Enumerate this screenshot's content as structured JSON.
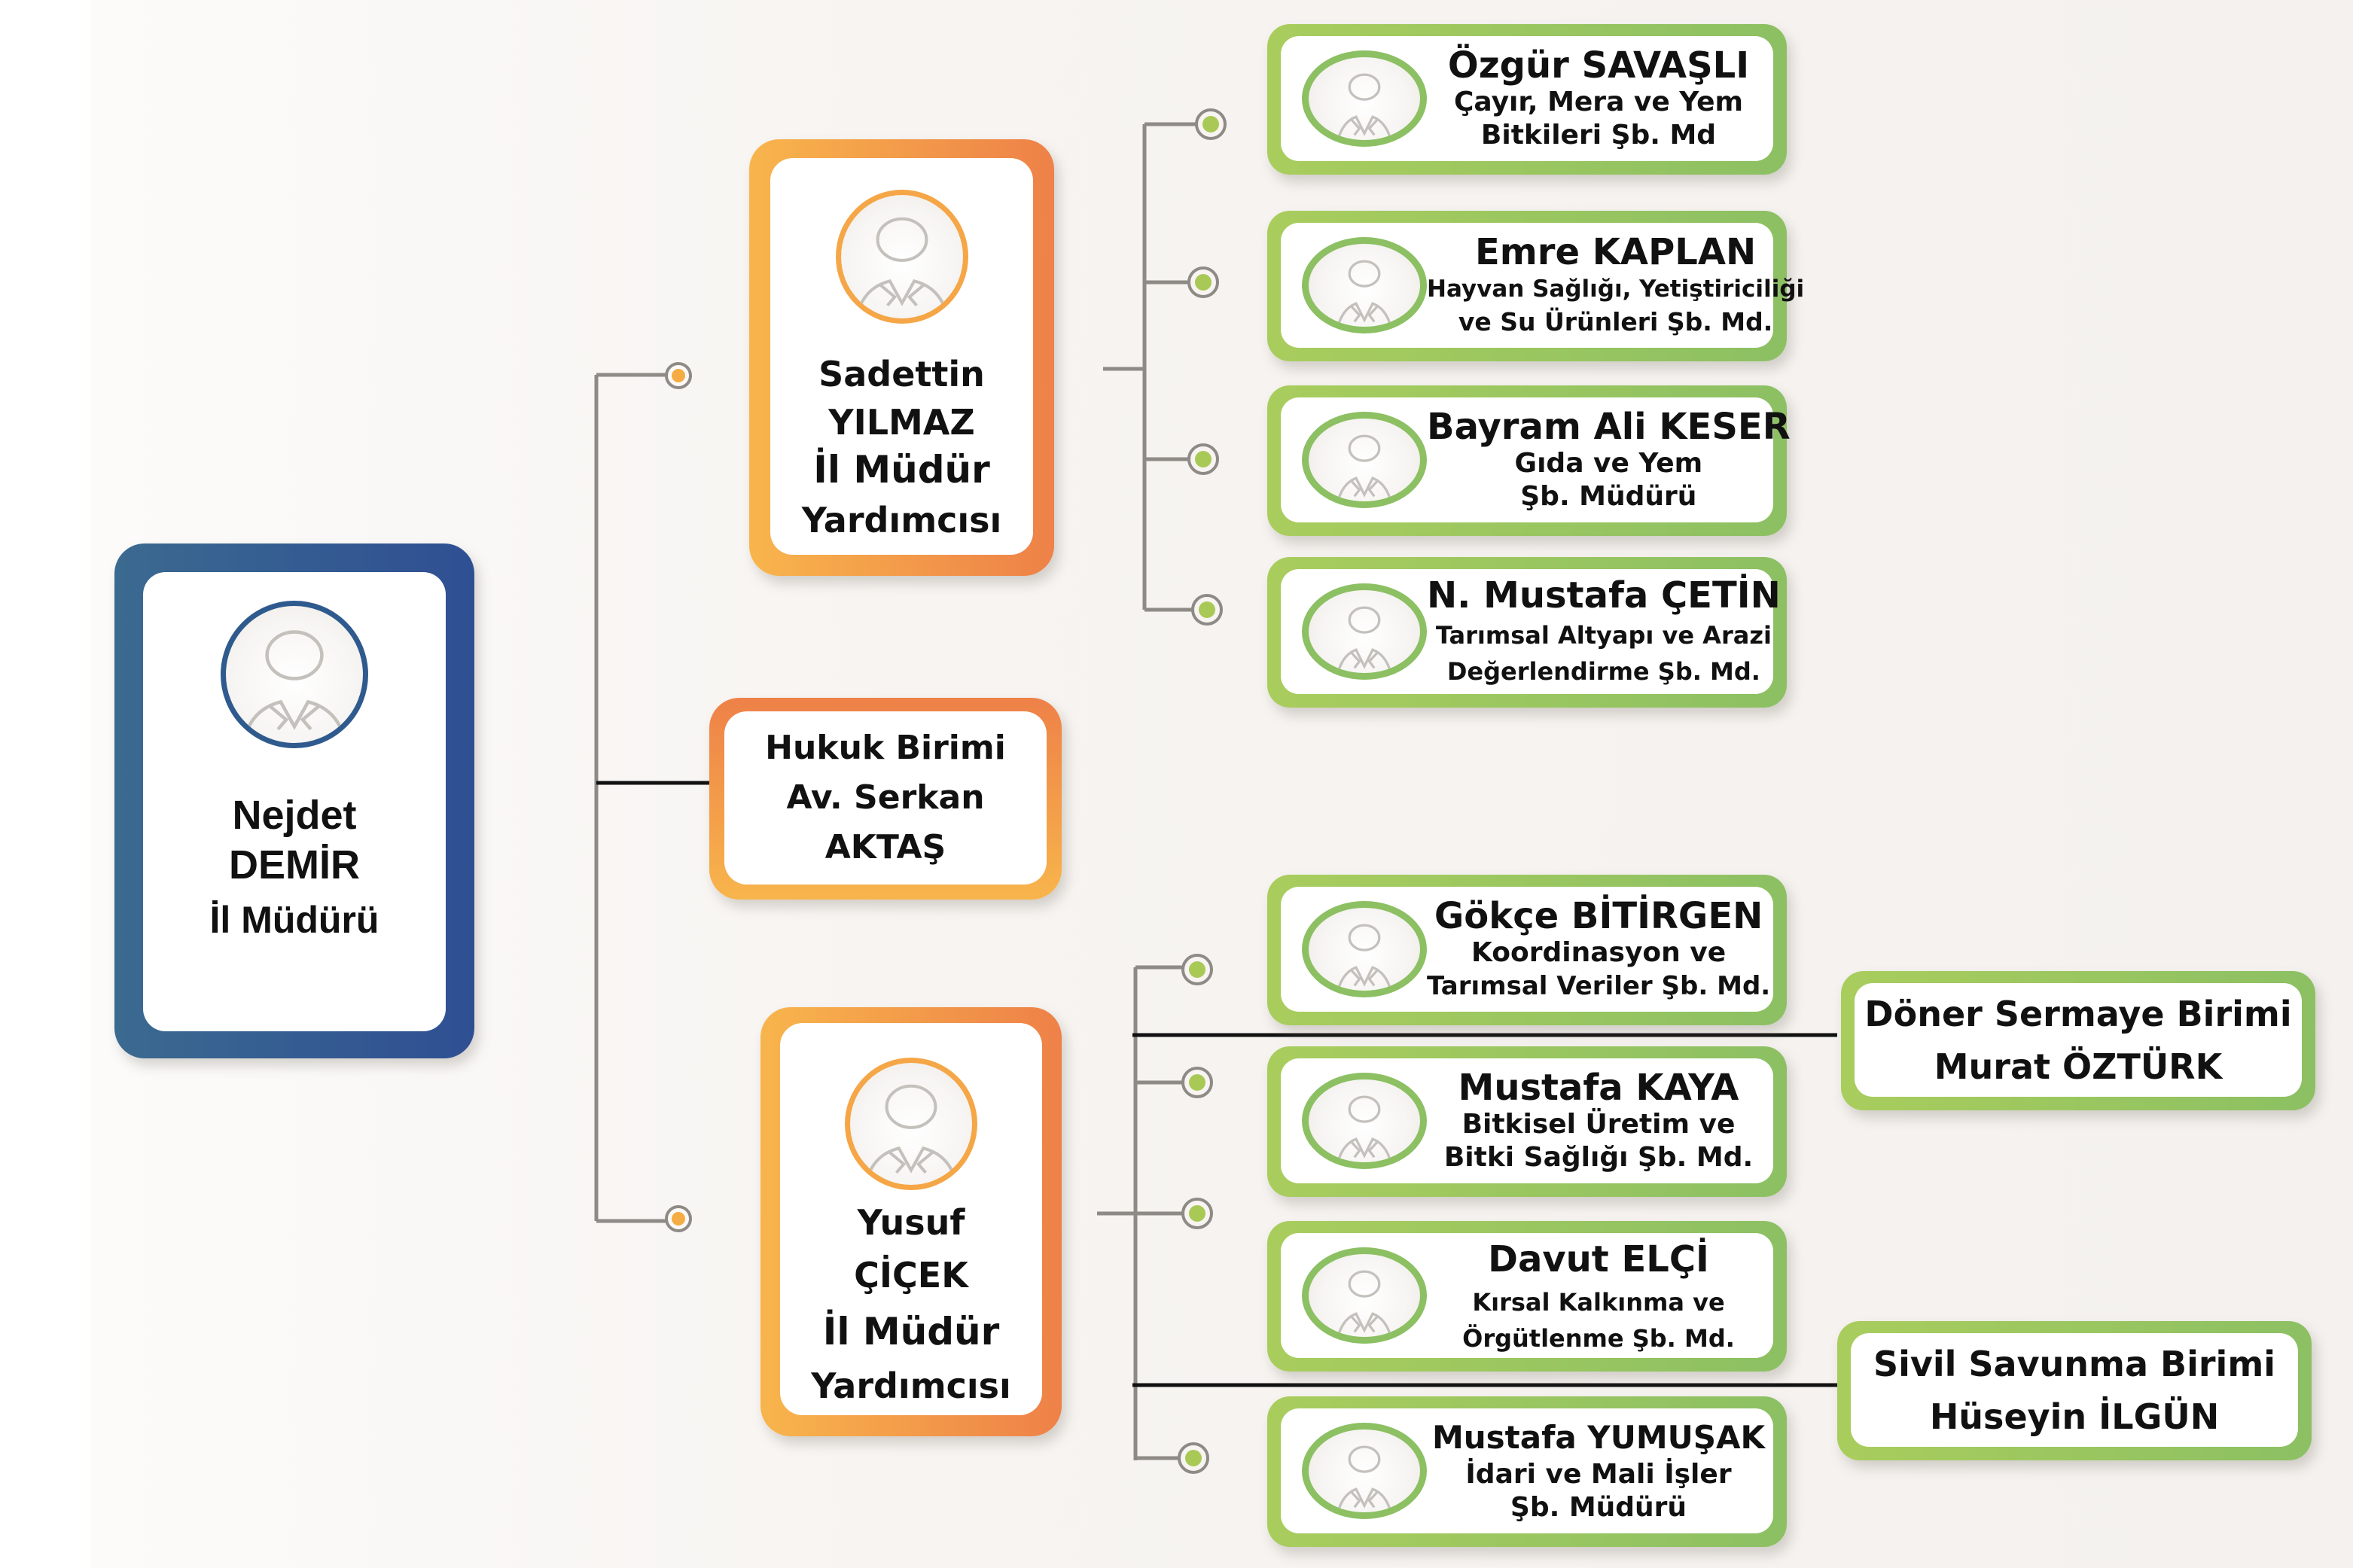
{
  "colors": {
    "director": "#2f4f93",
    "deputy": "#f29a4a",
    "branch": "#8cc063",
    "connector": "#8e8a86",
    "dot_orange": "#f6ac45",
    "dot_green": "#a9c957"
  },
  "director": {
    "first_name": "Nejdet",
    "last_name": "DEMİR",
    "title": "İl Müdürü",
    "avatar_icon": "person-avatar-icon"
  },
  "deputies": [
    {
      "first_name": "Sadettin",
      "last_name": "YILMAZ",
      "title_line1": "İl Müdür",
      "title_line2": "Yardımcısı",
      "avatar_icon": "person-avatar-icon",
      "branches": [
        {
          "name": "Özgür SAVAŞLI",
          "desc1": "Çayır, Mera ve Yem",
          "desc2": "Bitkileri Şb. Md"
        },
        {
          "name": "Emre KAPLAN",
          "desc1": "Hayvan Sağlığı, Yetiştiriciliği",
          "desc2": "ve Su Ürünleri Şb. Md."
        },
        {
          "name": "Bayram Ali KESER",
          "desc1": "Gıda ve Yem",
          "desc2": "Şb. Müdürü"
        },
        {
          "name": "N. Mustafa ÇETİN",
          "desc1": "Tarımsal Altyapı ve Arazi",
          "desc2": "Değerlendirme Şb. Md."
        }
      ]
    },
    {
      "first_name": "Yusuf",
      "last_name": "ÇİÇEK",
      "title_line1": "İl Müdür",
      "title_line2": "Yardımcısı",
      "avatar_icon": "person-avatar-icon",
      "branches": [
        {
          "name": "Gökçe BİTİRGEN",
          "desc1": "Koordinasyon ve",
          "desc2": "Tarımsal Veriler Şb. Md."
        },
        {
          "name": "Mustafa KAYA",
          "desc1": "Bitkisel Üretim ve",
          "desc2": "Bitki Sağlığı Şb. Md."
        },
        {
          "name": "Davut ELÇİ",
          "desc1": "Kırsal Kalkınma ve",
          "desc2": "Örgütlenme Şb. Md."
        },
        {
          "name": "Mustafa YUMUŞAK",
          "desc1": "İdari ve Mali İşler",
          "desc2": "Şb. Müdürü"
        }
      ]
    }
  ],
  "units": {
    "legal": {
      "line1": "Hukuk Birimi",
      "line2": "Av. Serkan AKTAŞ"
    },
    "revolving_fund": {
      "line1": "Döner Sermaye Birimi",
      "line2": "Murat ÖZTÜRK"
    },
    "civil_defense": {
      "line1": "Sivil Savunma Birimi",
      "line2": "Hüseyin İLGÜN"
    }
  }
}
